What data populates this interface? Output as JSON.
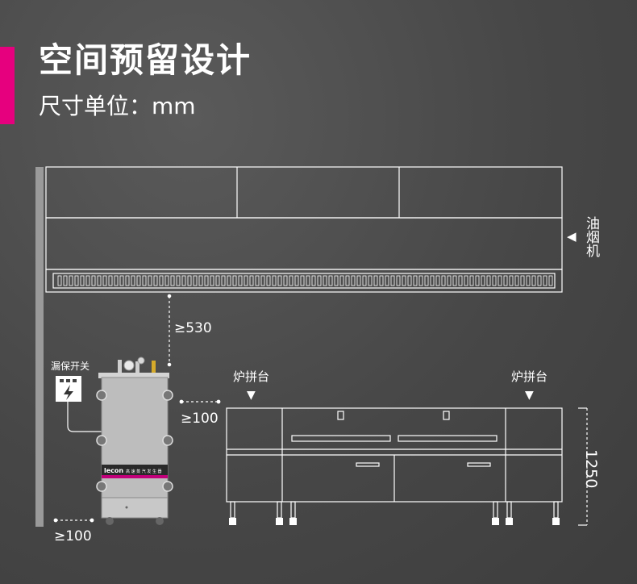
{
  "header": {
    "title": "空间预留设计",
    "subtitle": "尺寸单位：mm",
    "accent_color": "#e6007e"
  },
  "range_hood": {
    "label": "油烟机"
  },
  "dimensions": {
    "hood_clearance": "≥530",
    "side_clearance": "≥100",
    "rear_clearance": "≥100",
    "stove_height": "1250"
  },
  "stove": {
    "left_label": "炉拼台",
    "right_label": "炉拼台"
  },
  "leakage_switch": {
    "label": "漏保开关"
  },
  "steam_generator": {
    "brand": "lecon",
    "panel_text": "高 速 蒸 汽 发 生 器"
  }
}
